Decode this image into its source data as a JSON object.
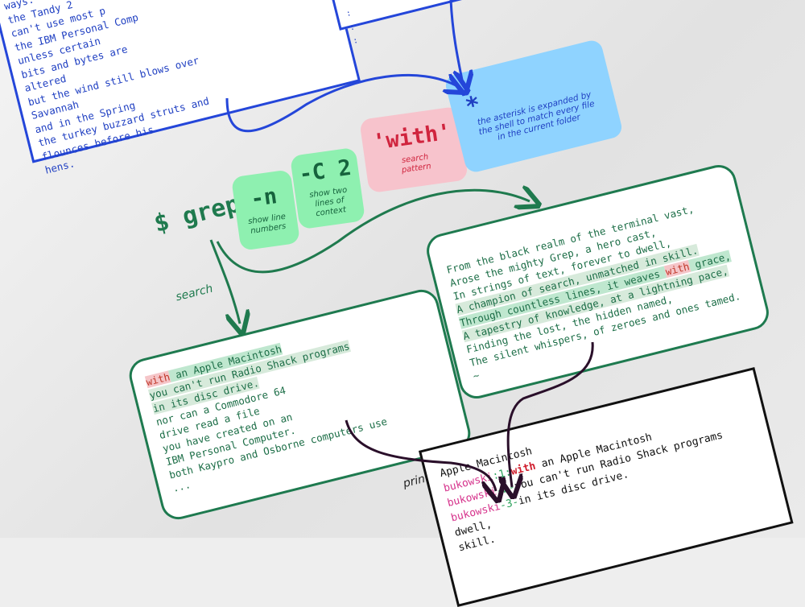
{
  "command": {
    "prompt": "$ grep"
  },
  "chips": [
    {
      "code": "-n",
      "desc": "show line numbers",
      "color": "#8ef0b0"
    },
    {
      "code": "-C 2",
      "desc": "show two lines of context",
      "color": "#8ef0b0"
    },
    {
      "code": "'with'",
      "desc": "search pattern",
      "color": "#f7c3cc"
    },
    {
      "code": "*",
      "desc": "the asterisk is expanded by the shell to match every file in the current folder",
      "color": "#8fd3ff"
    }
  ],
  "blue_box": {
    "lines": [
      "ways.",
      "the Tandy 2",
      "can't use most p",
      "the IBM Personal Comp",
      "unless certain",
      "bits and bytes are",
      "altered",
      "but the wind still blows over",
      "Savannah",
      "and in the Spring",
      "the turkey buzzard struts and",
      "flounces before his",
      "hens."
    ]
  },
  "labels": {
    "search": "search",
    "print_result": "print result"
  },
  "left_box": {
    "lines": [
      {
        "pre": "",
        "match": "with",
        "rest": " an Apple Macintosh"
      },
      {
        "text": "you can't run Radio Shack programs"
      },
      {
        "text": "in its disc drive."
      },
      {
        "text": "nor can a Commodore 64"
      },
      {
        "text": "drive read a file"
      },
      {
        "text": "you have created on an"
      },
      {
        "text": "IBM Personal Computer."
      },
      {
        "text": "both Kaypro and Osborne computers use"
      },
      {
        "text": "..."
      }
    ]
  },
  "right_box": {
    "lines": [
      {
        "text": "From the black realm of the terminal vast,"
      },
      {
        "text": "Arose the mighty Grep, a hero cast,"
      },
      {
        "text": "In strings of text, forever to dwell,"
      },
      {
        "text": "A champion of search, unmatched in skill."
      },
      {
        "pre": "Through countless lines, it weaves ",
        "match": "with",
        "rest": " grace,"
      },
      {
        "text": "A tapestry of knowledge, at a lightning pace,"
      },
      {
        "text": "Finding the lost, the hidden named,"
      },
      {
        "text": "The silent whispers, of zeroes and ones tamed."
      },
      {
        "text": "~"
      }
    ]
  },
  "terminal": {
    "lines": [
      {
        "name": "",
        "sep": "",
        "num": "",
        "text": ""
      },
      {
        "name": "",
        "sep": "",
        "num": "",
        "text": "Apple Macintosh"
      },
      {
        "name": "bukowski",
        "sep": ":",
        "num": "1",
        "match": "with",
        "text": " an Apple Macintosh"
      },
      {
        "name": "bukowski",
        "sep": "-",
        "num": "2",
        "text": "you can't run Radio Shack programs"
      },
      {
        "name": "bukowski",
        "sep": "-",
        "num": "3",
        "text": "in its disc drive."
      },
      {
        "name": "",
        "sep": "",
        "num": "",
        "text": "dwell,"
      },
      {
        "name": "",
        "sep": "",
        "num": "",
        "text": "skill."
      }
    ]
  }
}
